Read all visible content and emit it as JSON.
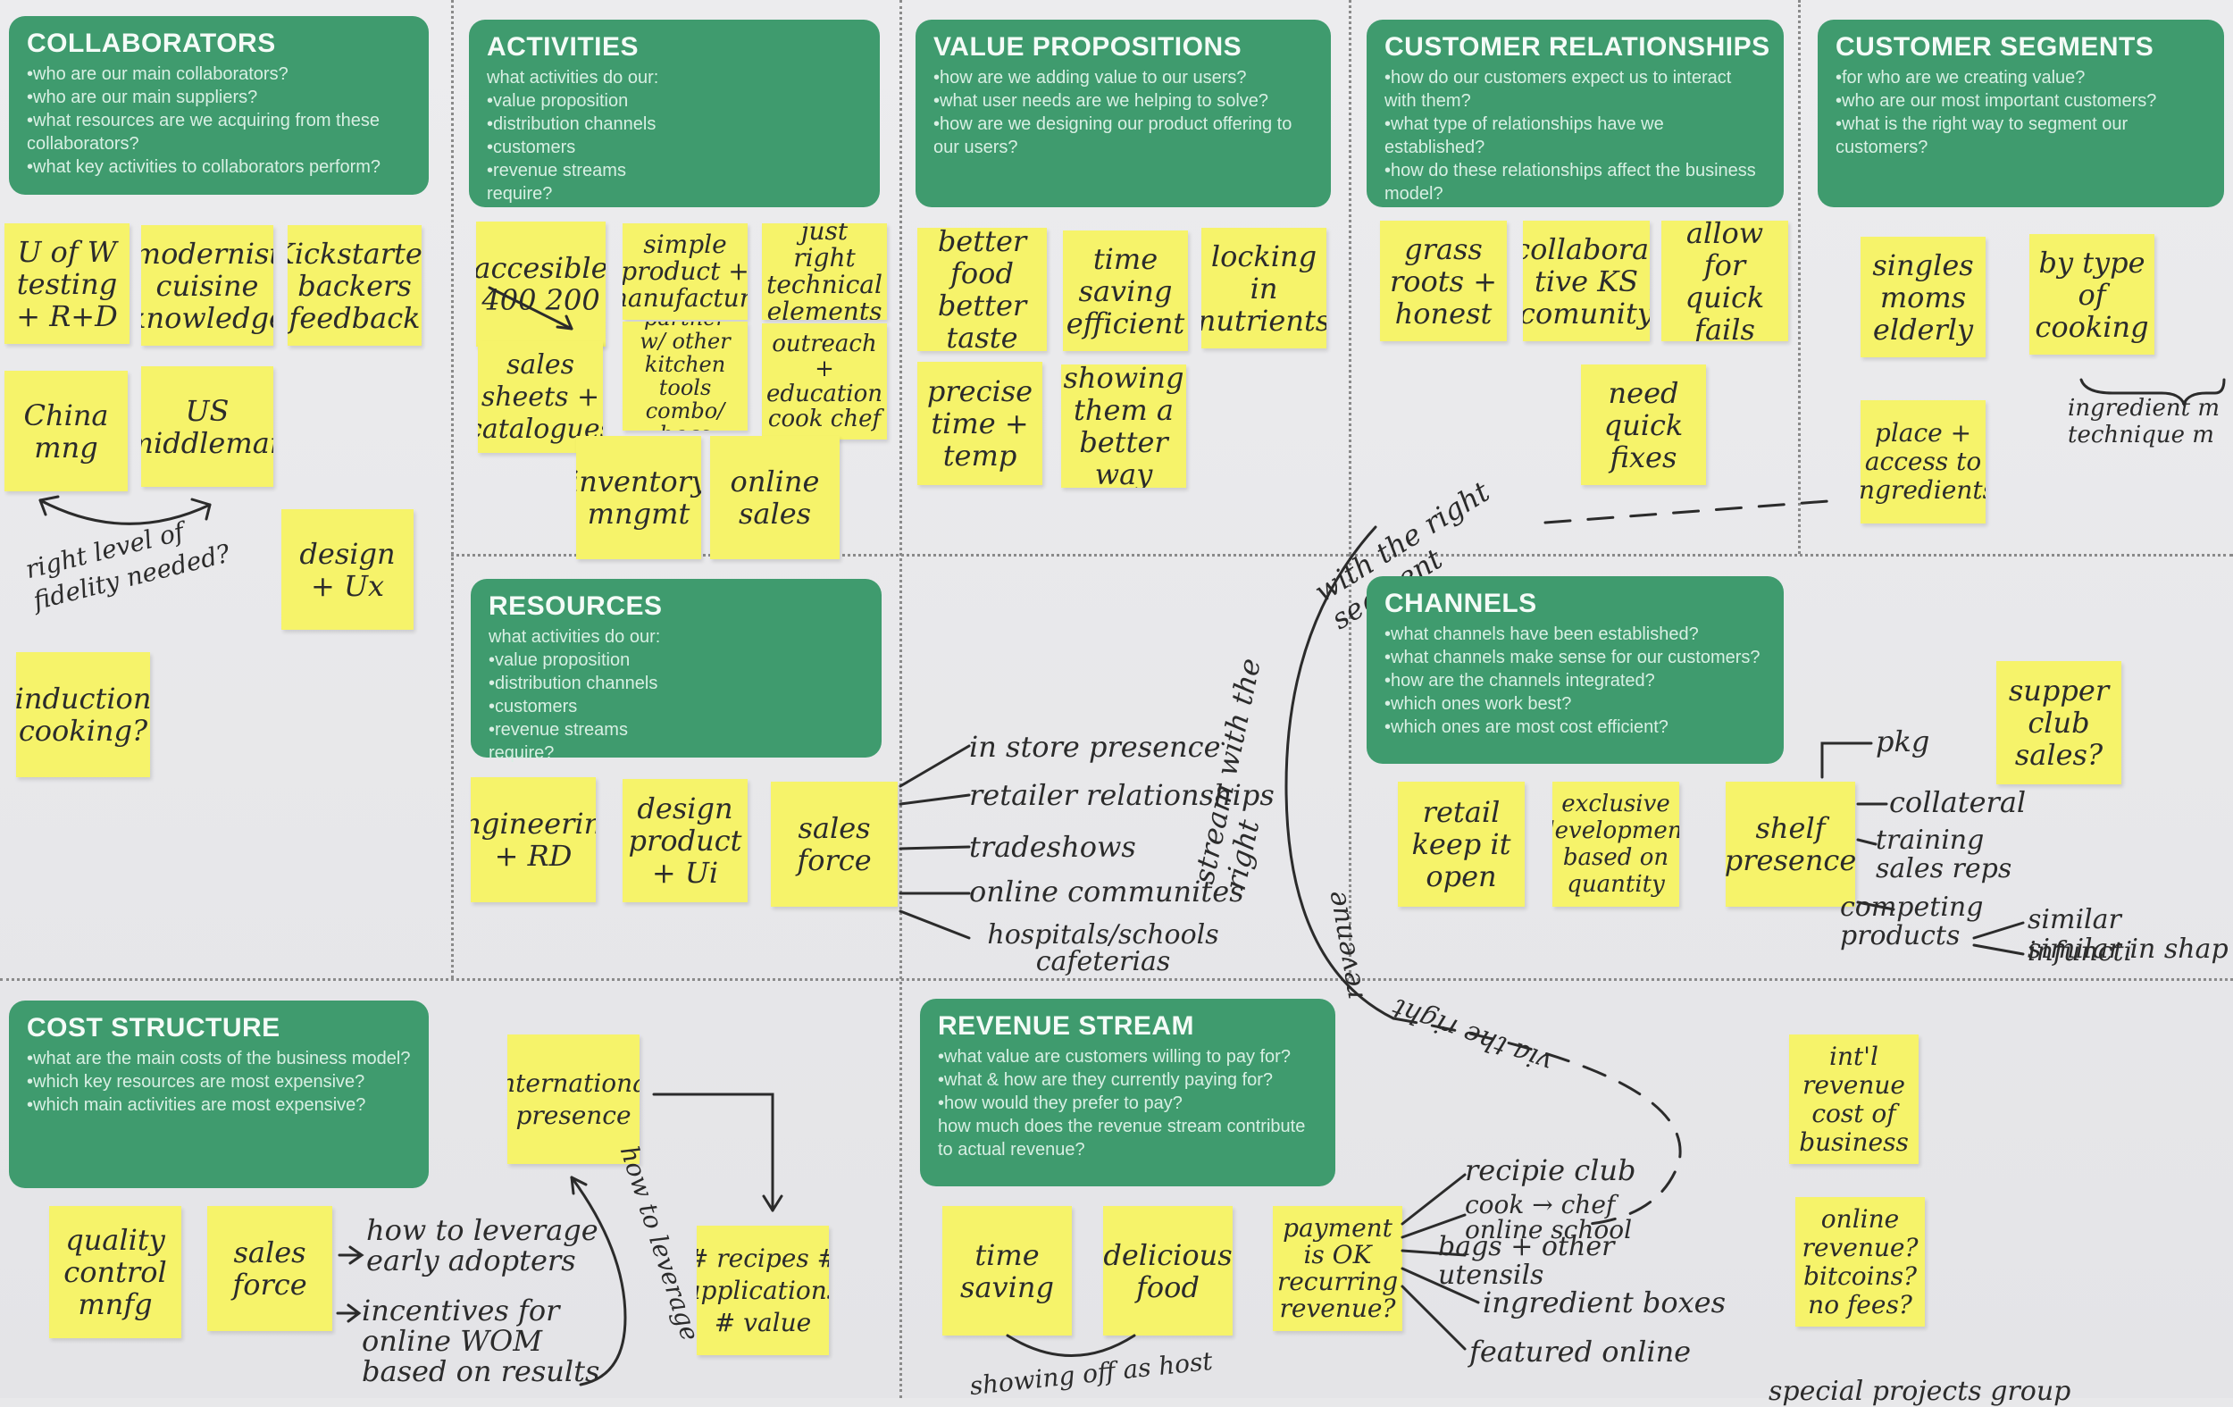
{
  "colors": {
    "header_bg": "#3f9b6e",
    "sticky_bg": "#f6f36a",
    "board_bg": "#e8e8ea",
    "ink": "#2b2b2b"
  },
  "collaborators": {
    "title": "COLLABORATORS",
    "lines": [
      "•who are our main collaborators?",
      "•who are our main suppliers?",
      "•what resources are we acquiring from these collaborators?",
      "•what key activities to collaborators perform?"
    ],
    "notes": [
      "U of W testing + R+D",
      "modernist cuisine knowledge",
      "Kickstarter backers feedback",
      "China mng",
      "US middleman",
      "design + Ux",
      "induction cooking?"
    ],
    "annotation": "right level of fidelity needed?"
  },
  "activities": {
    "title": "ACTIVITIES",
    "lines": [
      "what activities do our:",
      "•value proposition",
      "•distribution channels",
      "•customers",
      "•revenue streams",
      "require?"
    ],
    "notes": [
      "accesible 400 200",
      "simple product + manufacture",
      "just right technical elements",
      "sales sheets + catalogues",
      "partner w/ other kitchen tools combo/ bags",
      "outreach + education cook chef",
      "inventory mngmt",
      "online sales"
    ]
  },
  "value_propositions": {
    "title": "VALUE PROPOSITIONS",
    "lines": [
      "•how are we adding value to our users?",
      "•what user needs are we helping to solve?",
      "•how are we designing our product offering to our users?"
    ],
    "notes": [
      "better food better taste",
      "time saving efficient",
      "locking in nutrients",
      "precise time + temp",
      "showing them a better way"
    ]
  },
  "customer_relationships": {
    "title": "CUSTOMER RELATIONSHIPS",
    "lines": [
      "•how do our customers expect us to interact with them?",
      "•what type of relationships have we established?",
      "•how do these relationships affect the business model?"
    ],
    "notes": [
      "grass roots + honest",
      "collabora- tive KS comunity",
      "allow for quick fails",
      "need quick fixes"
    ],
    "annotation": "with the right segment"
  },
  "customer_segments": {
    "title": "CUSTOMER SEGMENTS",
    "lines": [
      "•for who are we creating value?",
      "•who are our most important customers?",
      "•what is the right way to segment our customers?"
    ],
    "notes": [
      "singles moms elderly",
      "by type of cooking",
      "place + access to ingredients"
    ],
    "annotation": "ingredient m technique m"
  },
  "resources": {
    "title": "RESOURCES",
    "lines": [
      "what activities do our:",
      "•value proposition",
      "•distribution channels",
      "•customers",
      "•revenue streams",
      "require?"
    ],
    "notes": [
      "engineering + RD",
      "design product + Ui",
      "sales force"
    ],
    "branches": [
      "in store presence",
      "retailer relationships",
      "tradeshows",
      "online communites",
      "hospitals/schools cafeterias"
    ],
    "annotation": "stream with the right"
  },
  "channels": {
    "title": "CHANNELS",
    "lines": [
      "•what channels have been established?",
      "•what channels make sense for our customers?",
      "•how are the channels integrated?",
      "•which ones work best?",
      "•which ones are most cost efficient?"
    ],
    "notes": [
      "retail keep it open",
      "exclusive development based on quantity",
      "shelf presence",
      "supper club sales?"
    ],
    "branches": [
      "pkg",
      "collateral",
      "training sales reps",
      "competing products",
      "similar infuncti",
      "similar in shap"
    ],
    "annotation": "revenue"
  },
  "cost_structure": {
    "title": "COST STRUCTURE",
    "lines": [
      "•what are the main costs of the business model?",
      "•which key resources are most expensive?",
      "•which main activities are most expensive?"
    ],
    "notes": [
      "quality control mnfg",
      "sales force",
      "international presence",
      "# recipes # applications # value"
    ],
    "branches": [
      "how to leverage early adopters",
      "incentives for online WOM based on results"
    ],
    "annotation": "how to leverage"
  },
  "revenue_stream": {
    "title": "REVENUE STREAM",
    "lines": [
      "•what value are customers willing to pay for?",
      "•what & how are they currently paying for?",
      "•how would they prefer to pay?",
      "how much does the revenue stream contribute to actual revenue?"
    ],
    "notes": [
      "time saving",
      "delicious food",
      "payment is OK recurring revenue?",
      "int'l revenue cost of business",
      "online revenue? bitcoins? no fees?"
    ],
    "branches": [
      "recipie club",
      "cook → chef online school",
      "bags + other utensils",
      "ingredient boxes",
      "featured online"
    ],
    "annotation": "showing off as host",
    "annotation2": "via the right"
  },
  "footer_fragment": "special projects group"
}
